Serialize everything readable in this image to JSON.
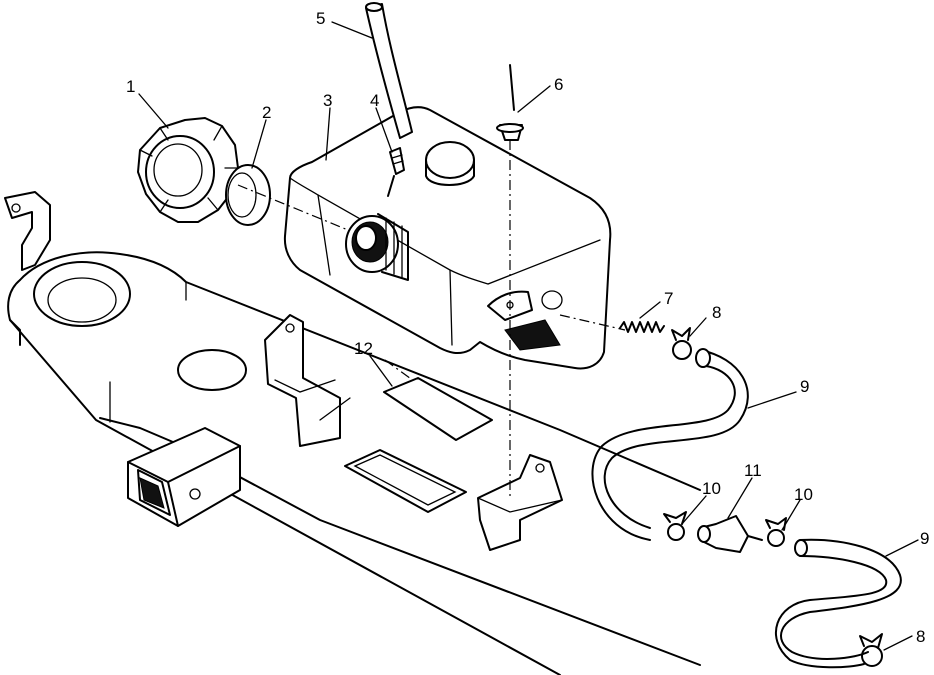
{
  "callouts": [
    {
      "id": "c1",
      "label": "1"
    },
    {
      "id": "c2",
      "label": "2"
    },
    {
      "id": "c3",
      "label": "3"
    },
    {
      "id": "c4",
      "label": "4"
    },
    {
      "id": "c5",
      "label": "5"
    },
    {
      "id": "c6",
      "label": "6"
    },
    {
      "id": "c7",
      "label": "7"
    },
    {
      "id": "c8a",
      "label": "8"
    },
    {
      "id": "c9a",
      "label": "9"
    },
    {
      "id": "c10a",
      "label": "10"
    },
    {
      "id": "c10b",
      "label": "10"
    },
    {
      "id": "c11",
      "label": "11"
    },
    {
      "id": "c9b",
      "label": "9"
    },
    {
      "id": "c8b",
      "label": "8"
    },
    {
      "id": "c12",
      "label": "12"
    }
  ]
}
